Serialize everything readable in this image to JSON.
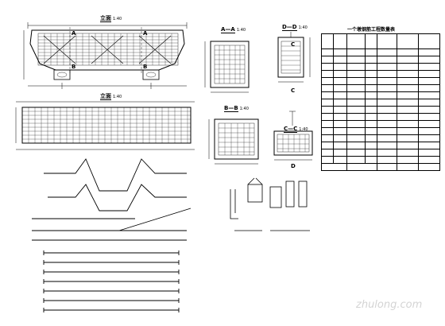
{
  "drawing": {
    "elevation_label": "立面",
    "elevation_scale": "1:40",
    "plan_label": "立面",
    "plan_scale": "1:40",
    "sections": [
      {
        "id": "a-a",
        "label": "A—A",
        "scale": "1:40"
      },
      {
        "id": "b-b",
        "label": "B—B",
        "scale": "1:40"
      },
      {
        "id": "c-c",
        "label": "C—C",
        "scale": "1:40"
      },
      {
        "id": "d-d",
        "label": "D—D",
        "scale": "1:40"
      }
    ],
    "cut_markers": [
      "A",
      "B",
      "C",
      "D"
    ]
  },
  "table": {
    "title": "一个墩钢筋工程数量表",
    "headers": [
      "",
      "",
      "",
      "",
      "",
      "",
      ""
    ],
    "rows": [
      [
        "",
        "",
        "",
        "",
        "",
        "",
        ""
      ],
      [
        "",
        "",
        "",
        "",
        "",
        "",
        ""
      ],
      [
        "",
        "",
        "",
        "",
        "",
        "",
        ""
      ],
      [
        "",
        "",
        "",
        "",
        "",
        "",
        ""
      ],
      [
        "",
        "",
        "",
        "",
        "",
        "",
        ""
      ],
      [
        "",
        "",
        "",
        "",
        "",
        "",
        ""
      ],
      [
        "",
        "",
        "",
        "",
        "",
        "",
        ""
      ],
      [
        "",
        "",
        "",
        "",
        "",
        "",
        ""
      ],
      [
        "",
        "",
        "",
        "",
        "",
        "",
        ""
      ],
      [
        "",
        "",
        "",
        "",
        "",
        "",
        ""
      ],
      [
        "",
        "",
        "",
        "",
        "",
        "",
        ""
      ],
      [
        "",
        "",
        "",
        "",
        "",
        "",
        ""
      ],
      [
        "",
        "",
        "",
        "",
        "",
        "",
        ""
      ],
      [
        "",
        "",
        "",
        "",
        "",
        "",
        ""
      ],
      [
        "",
        "",
        "",
        "",
        "",
        "",
        ""
      ],
      [
        "",
        "",
        "",
        "",
        "",
        "",
        ""
      ]
    ],
    "footer": [
      "",
      "",
      "",
      "",
      ""
    ]
  },
  "notes": {
    "lines": [
      "",
      "",
      "",
      "",
      "",
      ""
    ]
  },
  "watermark": "zhulong.com"
}
